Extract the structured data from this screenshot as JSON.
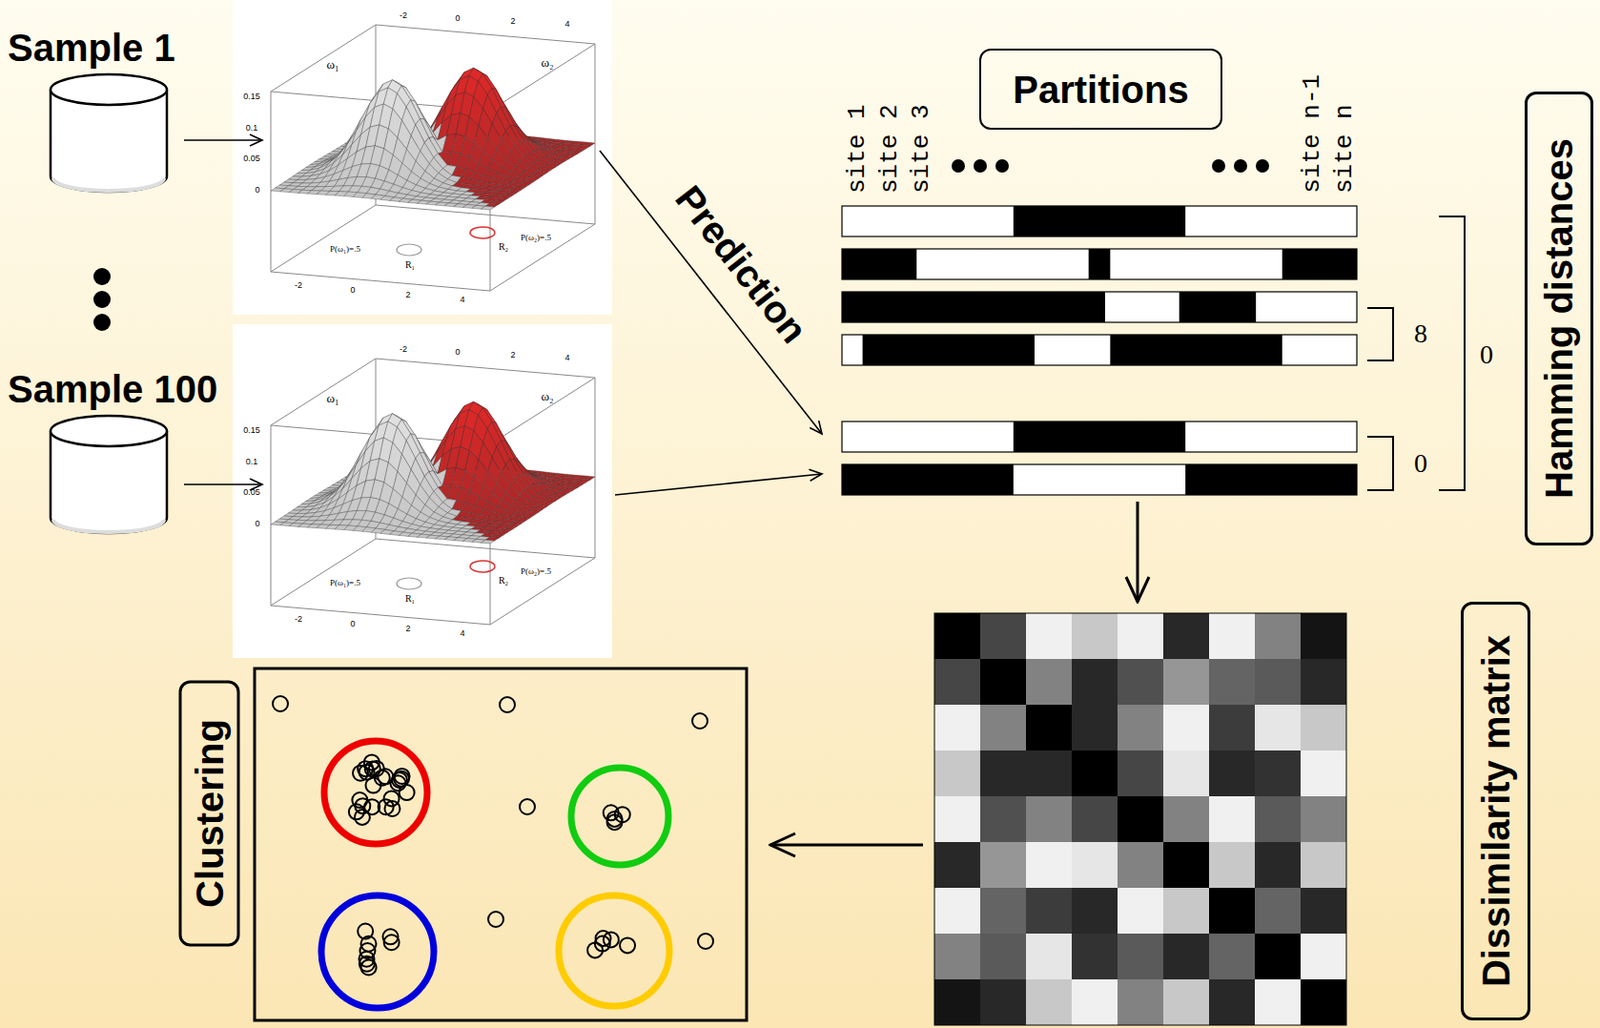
{
  "diagram": {
    "nodes": [
      {
        "text": [
          "Sample 1"
        ]
      },
      {
        "text": [
          "Sample 100"
        ]
      },
      {
        "text": [
          "Partitions"
        ]
      },
      {
        "text": [
          "Hamming distances"
        ]
      },
      {
        "text": [
          "Dissimilarity matrix"
        ]
      },
      {
        "text": [
          "Clustering"
        ]
      }
    ],
    "labels": [
      "Prediction",
      "site 1",
      "site 2",
      "site 3",
      "site n-1",
      "site n",
      "8",
      "0",
      "0",
      "0.15",
      "0.1",
      "0.05",
      "0",
      "ω₁",
      "ω₂",
      "P(ω₁)=.5",
      "P(ω₂)=.5",
      "R₁",
      "R₂",
      "-2",
      "0",
      "2",
      "4",
      "-2",
      "0",
      "2",
      "4",
      "0.15",
      "0.1",
      "0.05",
      "0",
      "ω₁",
      "ω₂",
      "P(ω₁)=.5",
      "P(ω₂)=.5",
      "R₁",
      "R₂",
      "-2",
      "0",
      "2",
      "4",
      "-2",
      "0",
      "2",
      "4"
    ]
  }
}
